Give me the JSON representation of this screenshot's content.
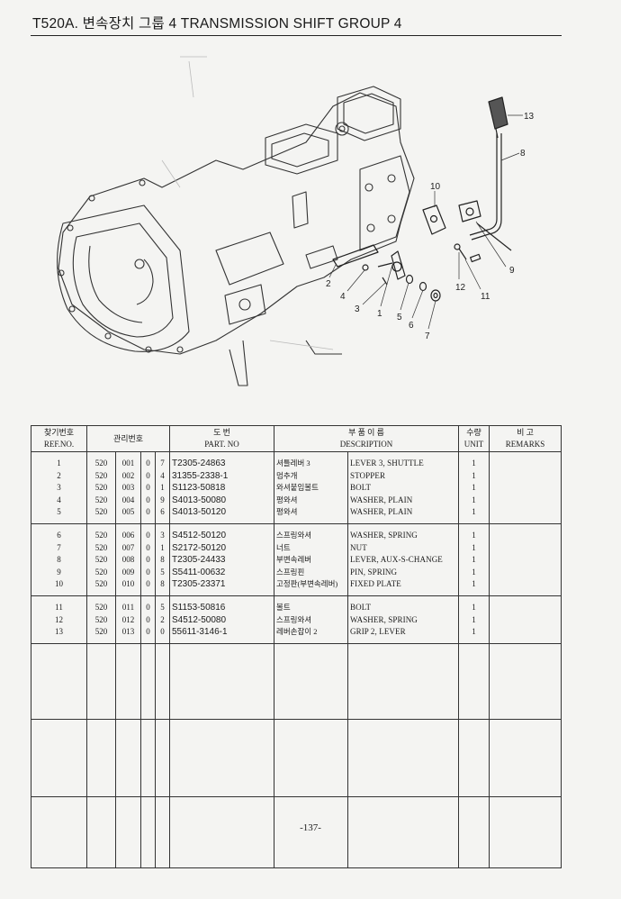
{
  "header": {
    "title": "T520A. 변속장치 그룹 4 TRANSMISSION SHIFT GROUP 4"
  },
  "diagram": {
    "callouts": [
      "1",
      "2",
      "3",
      "4",
      "5",
      "6",
      "7",
      "8",
      "9",
      "10",
      "11",
      "12",
      "13"
    ]
  },
  "table": {
    "headers": {
      "ref_kr": "찾기번호",
      "ref_en": "REF.NO.",
      "mgmt_kr": "관리번호",
      "part_kr": "도 번",
      "part_en": "PART. NO",
      "desc_kr": "부 품 이 름",
      "desc_en": "DESCRIPTION",
      "unit_kr": "수량",
      "unit_en": "UNIT",
      "remarks_kr": "비 고",
      "remarks_en": "REMARKS"
    },
    "rows": [
      {
        "ref": "1",
        "m1": "520",
        "m2": "001",
        "m3": "0",
        "m4": "7",
        "part": "T2305-24863",
        "kr": "셔틀레버 3",
        "desc": "LEVER 3, SHUTTLE",
        "unit": "1"
      },
      {
        "ref": "2",
        "m1": "520",
        "m2": "002",
        "m3": "0",
        "m4": "4",
        "part": "31355-2338-1",
        "kr": "멈추개",
        "desc": "STOPPER",
        "unit": "1"
      },
      {
        "ref": "3",
        "m1": "520",
        "m2": "003",
        "m3": "0",
        "m4": "1",
        "part": "S1123-50818",
        "kr": "와셔붙임볼트",
        "desc": "BOLT",
        "unit": "1"
      },
      {
        "ref": "4",
        "m1": "520",
        "m2": "004",
        "m3": "0",
        "m4": "9",
        "part": "S4013-50080",
        "kr": "평와셔",
        "desc": "WASHER, PLAIN",
        "unit": "1"
      },
      {
        "ref": "5",
        "m1": "520",
        "m2": "005",
        "m3": "0",
        "m4": "6",
        "part": "S4013-50120",
        "kr": "평와셔",
        "desc": "WASHER, PLAIN",
        "unit": "1"
      },
      {
        "ref": "6",
        "m1": "520",
        "m2": "006",
        "m3": "0",
        "m4": "3",
        "part": "S4512-50120",
        "kr": "스프링와셔",
        "desc": "WASHER, SPRING",
        "unit": "1"
      },
      {
        "ref": "7",
        "m1": "520",
        "m2": "007",
        "m3": "0",
        "m4": "1",
        "part": "S2172-50120",
        "kr": "너트",
        "desc": "NUT",
        "unit": "1"
      },
      {
        "ref": "8",
        "m1": "520",
        "m2": "008",
        "m3": "0",
        "m4": "8",
        "part": "T2305-24433",
        "kr": "부변속레버",
        "desc": "LEVER, AUX-S-CHANGE",
        "unit": "1"
      },
      {
        "ref": "9",
        "m1": "520",
        "m2": "009",
        "m3": "0",
        "m4": "5",
        "part": "S5411-00632",
        "kr": "스프링핀",
        "desc": "PIN, SPRING",
        "unit": "1"
      },
      {
        "ref": "10",
        "m1": "520",
        "m2": "010",
        "m3": "0",
        "m4": "8",
        "part": "T2305-23371",
        "kr": "고정판(부변속레버)",
        "desc": "FIXED PLATE",
        "unit": "1"
      },
      {
        "ref": "11",
        "m1": "520",
        "m2": "011",
        "m3": "0",
        "m4": "5",
        "part": "S1153-50816",
        "kr": "볼트",
        "desc": "BOLT",
        "unit": "1"
      },
      {
        "ref": "12",
        "m1": "520",
        "m2": "012",
        "m3": "0",
        "m4": "2",
        "part": "S4512-50080",
        "kr": "스프링와셔",
        "desc": "WASHER, SPRING",
        "unit": "1"
      },
      {
        "ref": "13",
        "m1": "520",
        "m2": "013",
        "m3": "0",
        "m4": "0",
        "part": "55611-3146-1",
        "kr": "레버손잡이 2",
        "desc": "GRIP 2, LEVER",
        "unit": "1"
      }
    ]
  },
  "footer": {
    "page_number": "-137-"
  }
}
